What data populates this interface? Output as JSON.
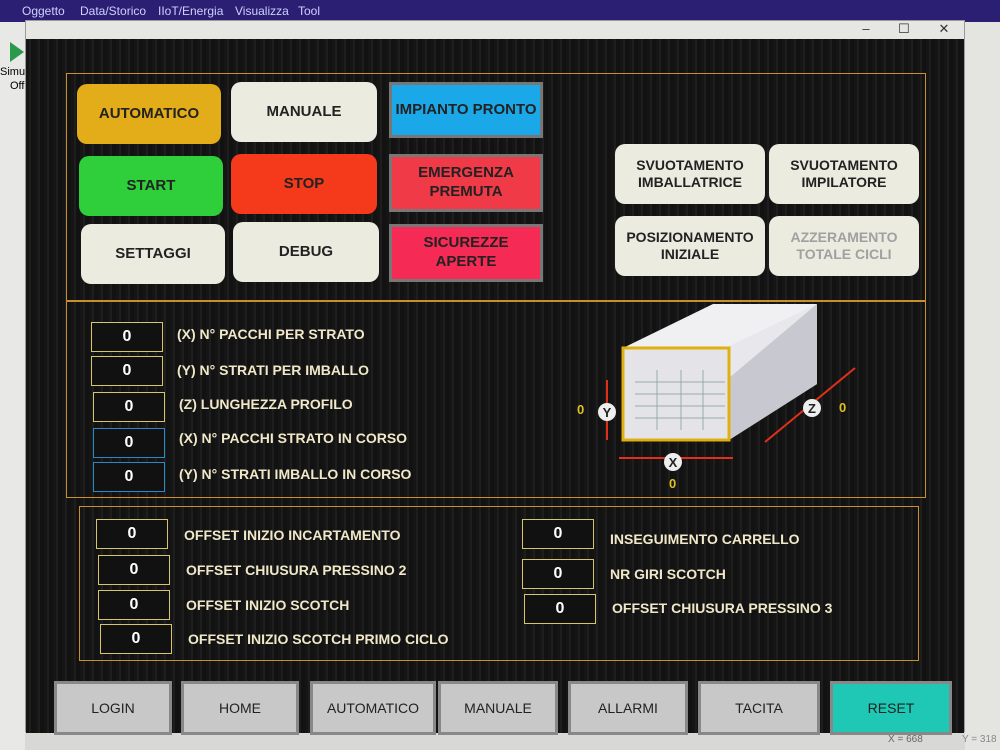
{
  "menu": [
    "Oggetto",
    "Data/Storico",
    "IIoT/Energia",
    "Visualizza",
    "Tool"
  ],
  "side": {
    "simu": "Simu",
    "off": "Off"
  },
  "window_controls": {
    "minimize": "–",
    "maximize": "☐",
    "close": "✕"
  },
  "mode_buttons": {
    "automatico": "AUTOMATICO",
    "manuale": "MANUALE",
    "start": "START",
    "stop": "STOP",
    "settaggi": "SETTAGGI",
    "debug": "DEBUG"
  },
  "status": {
    "impianto": "IMPIANTO PRONTO",
    "emergenza": "EMERGENZA PREMUTA",
    "sicurezze": "SICUREZZE APERTE"
  },
  "actions": {
    "svuot_imb": "SVUOTAMENTO IMBALLATRICE",
    "svuot_imp": "SVUOTAMENTO IMPILATORE",
    "posiz": "POSIZIONAMENTO INIZIALE",
    "azzer": "AZZERAMENTO TOTALE CICLI"
  },
  "params": [
    {
      "value": "0",
      "label": "(X) N° PACCHI PER STRATO"
    },
    {
      "value": "0",
      "label": "(Y) N° STRATI PER IMBALLO"
    },
    {
      "value": "0",
      "label": "(Z) LUNGHEZZA PROFILO"
    },
    {
      "value": "0",
      "label": "(X) N° PACCHI STRATO IN CORSO"
    },
    {
      "value": "0",
      "label": "(Y) N° STRATI IMBALLO IN CORSO"
    }
  ],
  "diagram": {
    "x_label": "X",
    "y_label": "Y",
    "z_label": "Z",
    "x_value": "0",
    "y_value": "0",
    "z_value": "0"
  },
  "offsets_left": [
    {
      "value": "0",
      "label": "OFFSET INIZIO INCARTAMENTO"
    },
    {
      "value": "0",
      "label": "OFFSET CHIUSURA PRESSINO 2"
    },
    {
      "value": "0",
      "label": "OFFSET INIZIO SCOTCH"
    },
    {
      "value": "0",
      "label": "OFFSET INIZIO SCOTCH PRIMO CICLO"
    }
  ],
  "offsets_right": [
    {
      "value": "0",
      "label": "INSEGUIMENTO CARRELLO"
    },
    {
      "value": "0",
      "label": "NR GIRI SCOTCH"
    },
    {
      "value": "0",
      "label": "OFFSET CHIUSURA PRESSINO 3"
    }
  ],
  "nav": [
    "LOGIN",
    "HOME",
    "AUTOMATICO",
    "MANUALE",
    "ALLARMI",
    "TACITA",
    "RESET"
  ],
  "statusbar": {
    "x": "X = 668",
    "y": "Y = 318"
  }
}
